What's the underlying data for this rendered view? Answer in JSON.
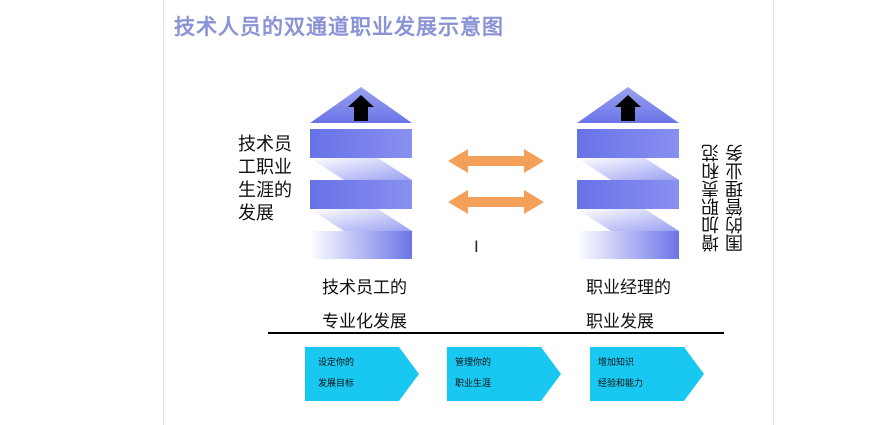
{
  "title": "技术人员的双通道职业发展示意图",
  "left_label": "技术员工职业生涯的发展",
  "right_label": "增加职责和范围的管理业务",
  "left_caption": {
    "line1": "技术员工的",
    "line2": "专业化发展"
  },
  "right_caption": {
    "line1": "职业经理的",
    "line2": "职业发展"
  },
  "process_steps": [
    {
      "line1": "设定你的",
      "line2": "发展目标"
    },
    {
      "line1": "管理你的",
      "line2": "职业生涯"
    },
    {
      "line1": "增加知识",
      "line2": "经验和能力"
    }
  ],
  "colors": {
    "title": "#8a93d6",
    "ladder_blue": "#6b74e8",
    "exchange_arrow": "#f5a05a",
    "step_arrow": "#18c8f0"
  },
  "icons": [
    "up-arrow-icon",
    "double-arrow-icon",
    "text-cursor-icon"
  ]
}
